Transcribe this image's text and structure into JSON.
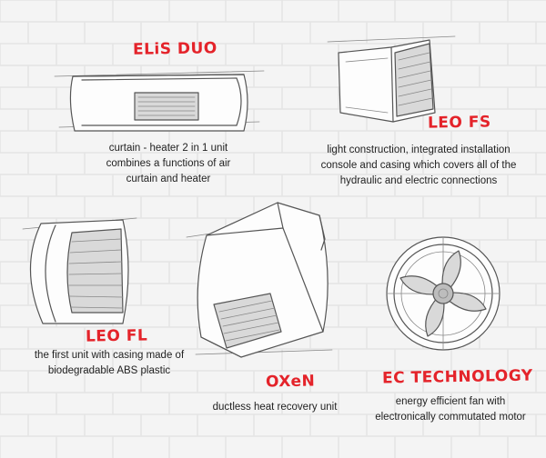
{
  "products": [
    {
      "title": "ELiS DUO",
      "description": [
        "curtain - heater 2 in 1 unit",
        "combines a functions of air",
        "curtain and heater"
      ]
    },
    {
      "title": "LEO FS",
      "description": [
        "light construction, integrated installation",
        "console and casing which covers all of the",
        "hydraulic and electric connections"
      ]
    },
    {
      "title": "LEO FL",
      "description": [
        "the first unit with casing made of",
        "biodegradable ABS plastic"
      ]
    },
    {
      "title": "OXeN",
      "description": [
        "ductless heat recovery unit"
      ]
    },
    {
      "title": "EC TECHNOLOGY",
      "description": [
        "energy efficient fan with",
        "electronically commutated motor"
      ]
    }
  ],
  "colors": {
    "accent": "#e4232a",
    "background": "#f4f4f4",
    "text": "#222222"
  },
  "icons": [
    "air-curtain-icon",
    "wall-heater-icon",
    "round-heater-icon",
    "recovery-unit-icon",
    "axial-fan-icon"
  ]
}
